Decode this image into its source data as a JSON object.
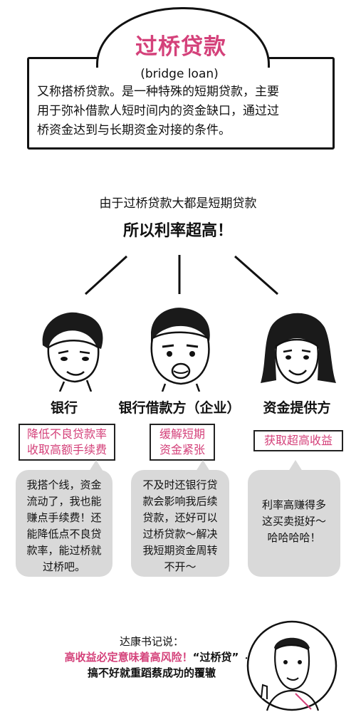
{
  "definition": {
    "title": "过桥贷款",
    "english": "(bridge loan)",
    "lines": [
      "又称搭桥贷款。是一种特殊的短期贷款，主要",
      "用于弥补借款人短时间内的资金缺口，通过过",
      "桥资金达到与长期资金对接的条件。"
    ]
  },
  "intro": {
    "line1": "由于过桥贷款大都是短期贷款",
    "line2": "所以利率超高！"
  },
  "roles": [
    {
      "name": "银行",
      "tag_lines": [
        "降低不良贷款率",
        "收取高额手续费"
      ],
      "speech": [
        "我搭个线，资金",
        "流动了，我也能",
        "赚点手续费！还",
        "能降低点不良贷",
        "款率，能过桥就",
        "过桥吧。"
      ]
    },
    {
      "name": "银行借款方（企业）",
      "tag_lines": [
        "缓解短期",
        "资金紧张"
      ],
      "speech": [
        "不及时还银行贷",
        "款会影响我后续",
        "贷款，还好可以",
        "过桥贷款～解决",
        "我短期资金周转",
        "不开～"
      ]
    },
    {
      "name": "资金提供方",
      "tag_lines": [
        "获取超高收益"
      ],
      "speech": [
        "利率高赚得多",
        "这买卖挺好～",
        "哈哈哈哈！"
      ]
    }
  ],
  "footer": {
    "intro": "达康书记说：",
    "warning": "高收益必定意味着高风险！",
    "quote": "“过桥贷”",
    "last": "搞不好就重蹈蔡成功的覆辙"
  },
  "colors": {
    "accent": "#d4417a",
    "bubble": "#d9d9d9"
  }
}
